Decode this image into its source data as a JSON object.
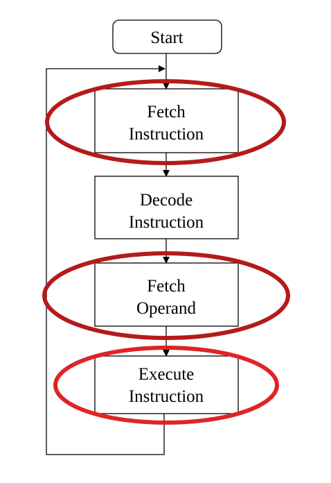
{
  "flowchart": {
    "start": "Start",
    "steps": [
      {
        "line1": "Fetch",
        "line2": "Instruction",
        "highlighted": true,
        "highlight_color": "#b51a1a"
      },
      {
        "line1": "Decode",
        "line2": "Instruction",
        "highlighted": false
      },
      {
        "line1": "Fetch",
        "line2": "Operand",
        "highlighted": true,
        "highlight_color": "#b51a1a"
      },
      {
        "line1": "Execute",
        "line2": "Instruction",
        "highlighted": true,
        "highlight_color": "#e02424"
      }
    ],
    "loop": "Execute Instruction returns to Fetch Instruction"
  }
}
